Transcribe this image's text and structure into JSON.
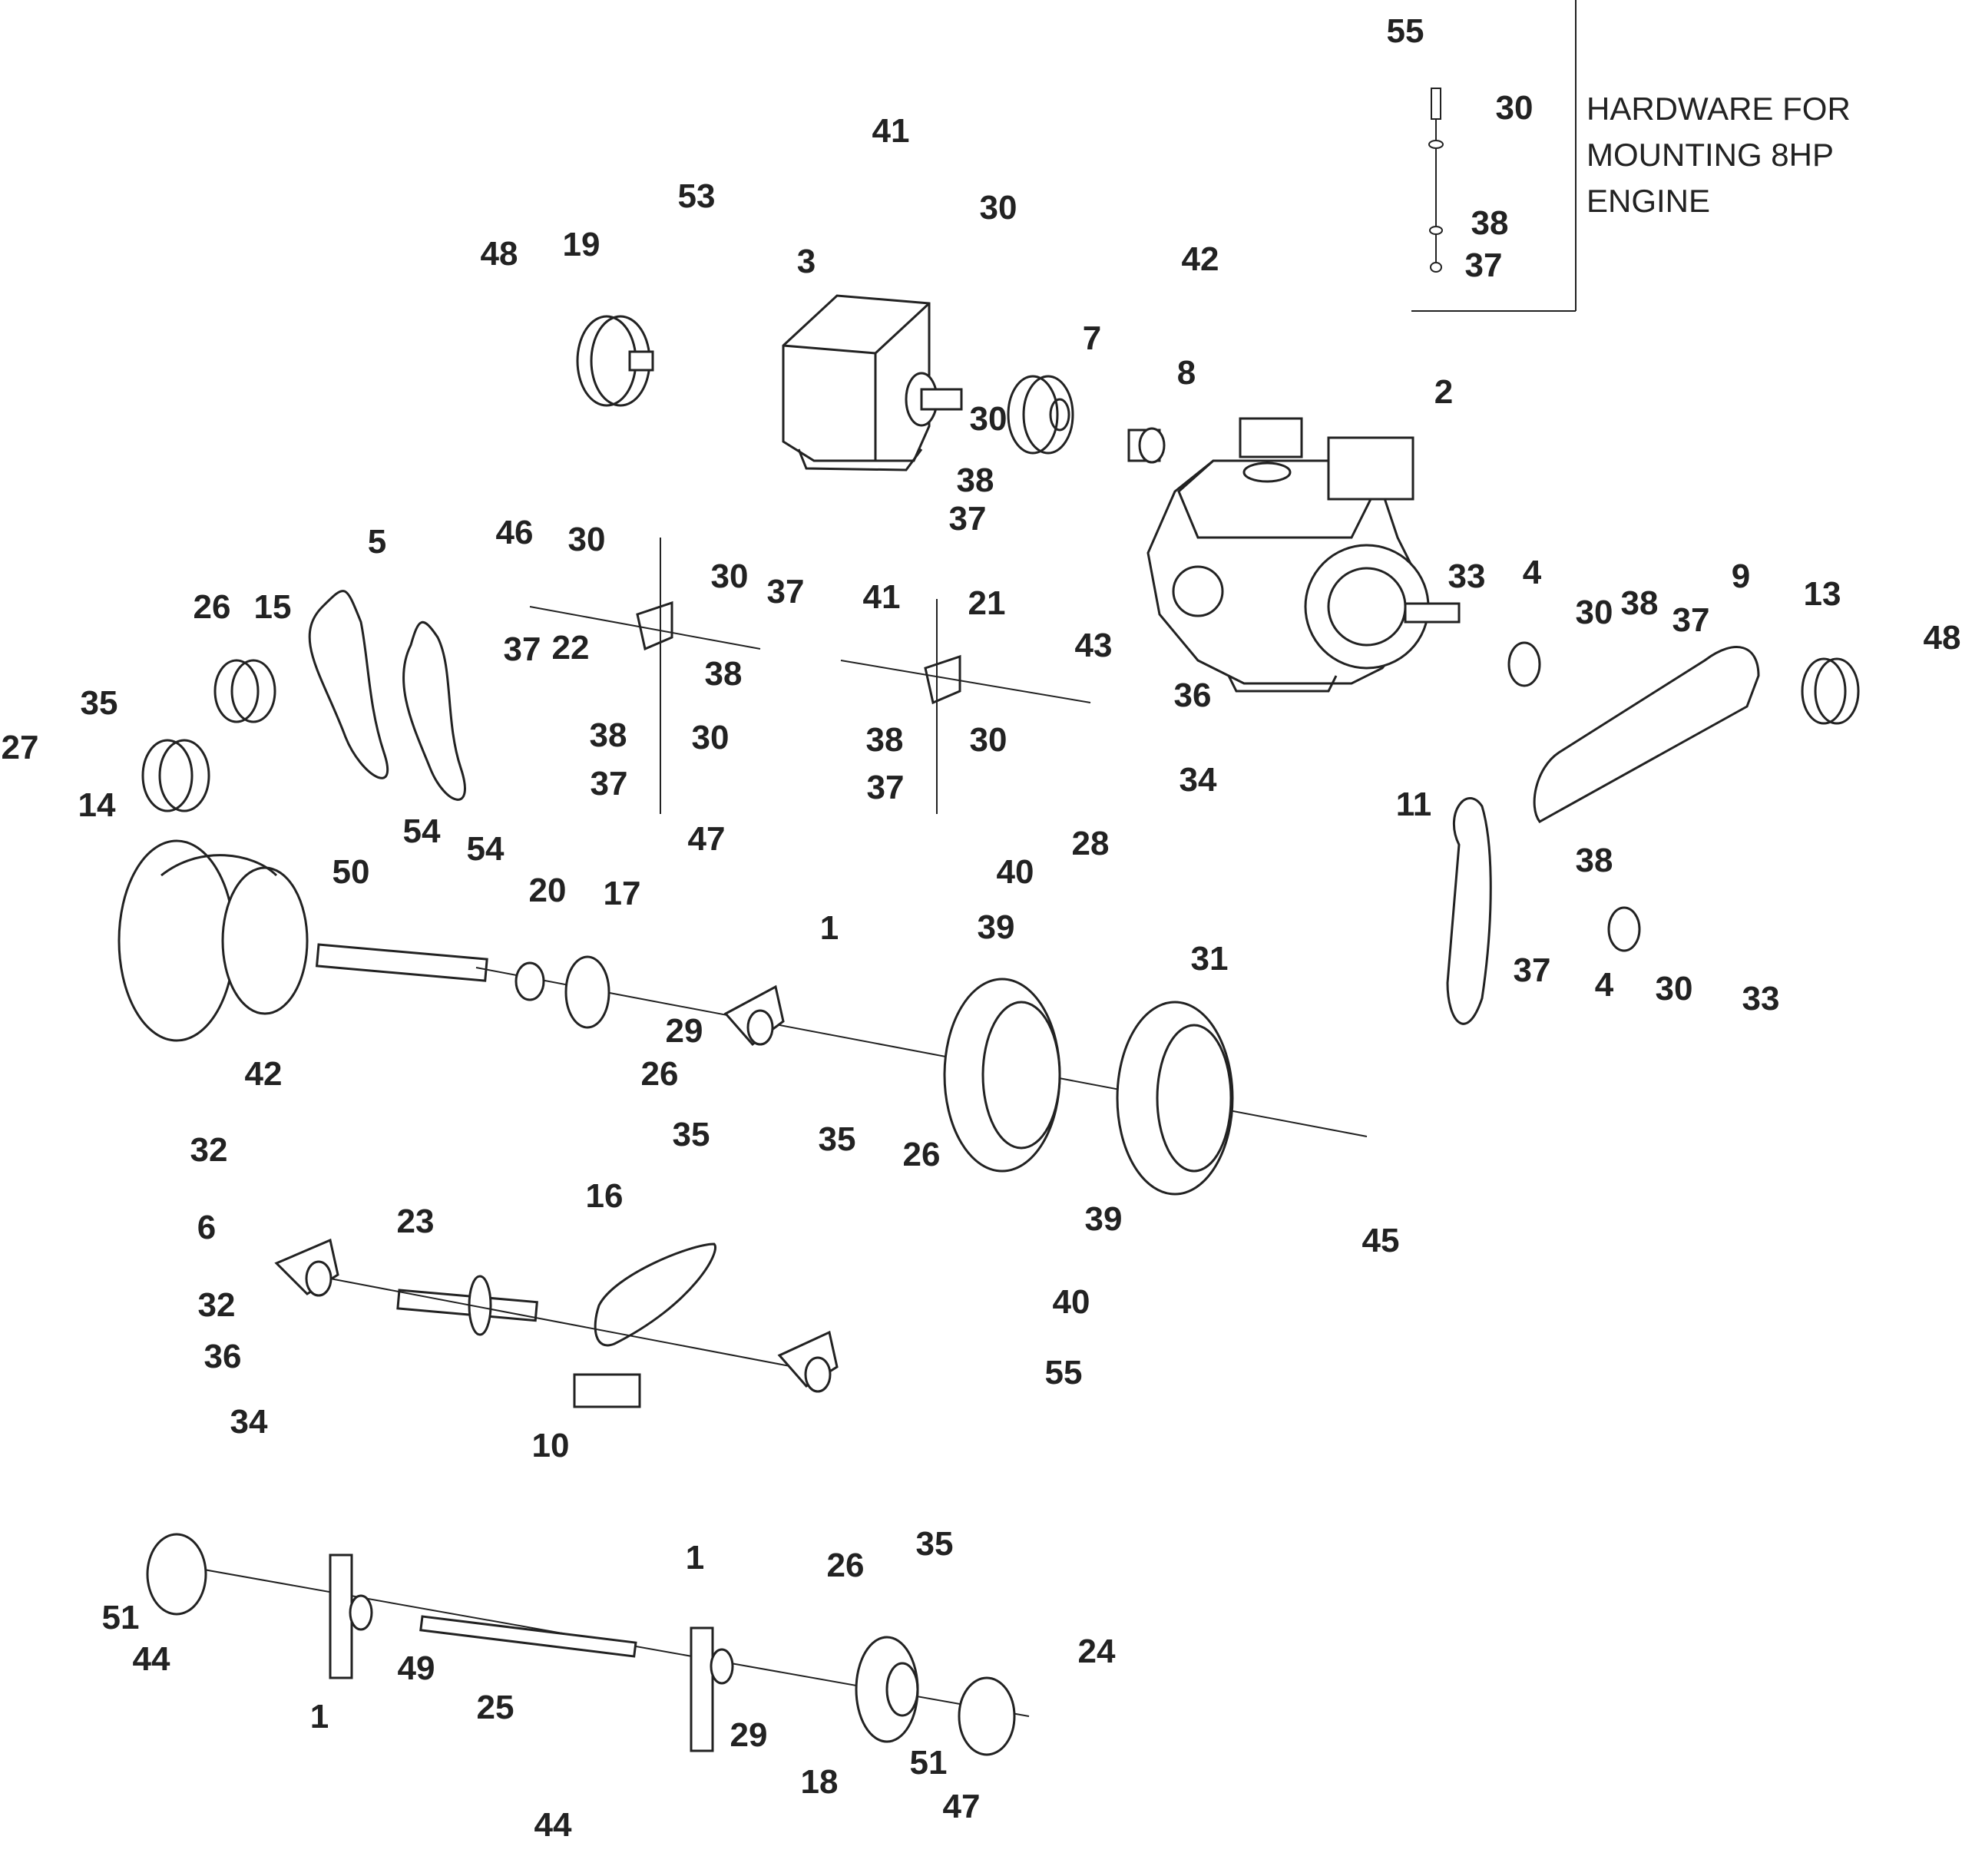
{
  "note": {
    "lines": [
      "HARDWARE FOR",
      "MOUNTING 8HP",
      "ENGINE"
    ]
  },
  "callouts": [
    "55",
    "30",
    "38",
    "37",
    "41",
    "30",
    "53",
    "48",
    "19",
    "3",
    "42",
    "7",
    "8",
    "2",
    "30",
    "38",
    "37",
    "5",
    "46",
    "30",
    "30",
    "37",
    "26",
    "15",
    "37",
    "22",
    "38",
    "41",
    "21",
    "43",
    "33",
    "4",
    "30",
    "38",
    "37",
    "9",
    "13",
    "48",
    "35",
    "27",
    "14",
    "38",
    "30",
    "37",
    "38",
    "30",
    "37",
    "36",
    "34",
    "47",
    "54",
    "54",
    "50",
    "20",
    "17",
    "1",
    "28",
    "40",
    "39",
    "31",
    "11",
    "38",
    "37",
    "4",
    "30",
    "33",
    "29",
    "26",
    "35",
    "35",
    "26",
    "42",
    "32",
    "6",
    "23",
    "16",
    "39",
    "45",
    "40",
    "32",
    "36",
    "34",
    "55",
    "10",
    "35",
    "26",
    "51",
    "44",
    "1",
    "49",
    "1",
    "25",
    "29",
    "24",
    "18",
    "51",
    "47",
    "44"
  ]
}
